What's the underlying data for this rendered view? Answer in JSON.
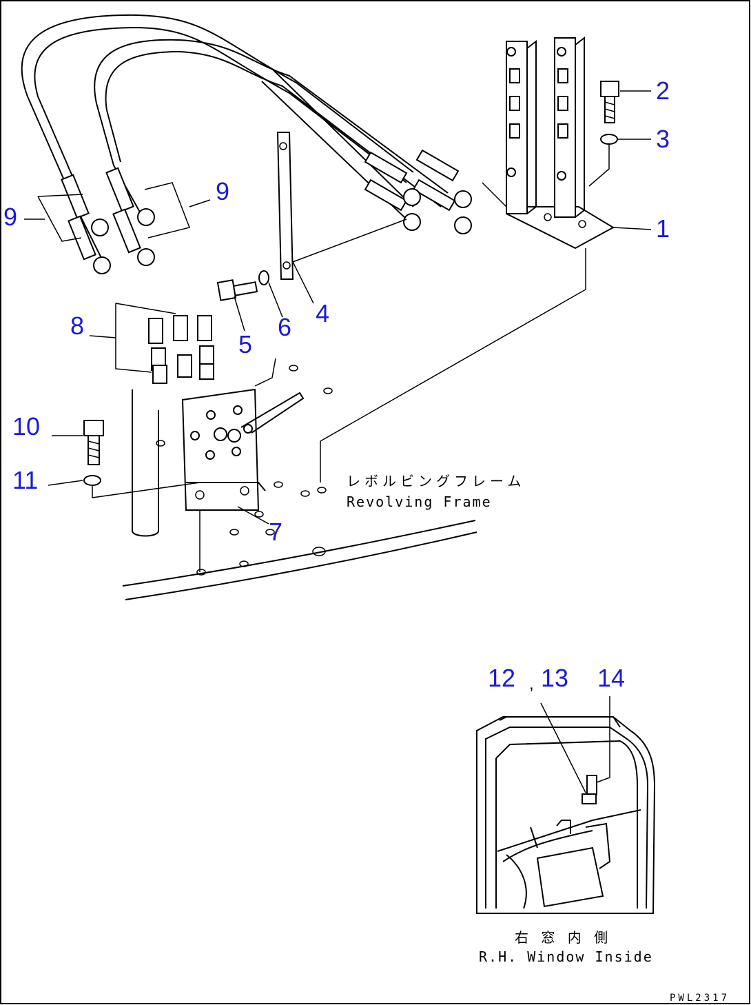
{
  "callouts": [
    "1",
    "2",
    "3",
    "4",
    "5",
    "6",
    "7",
    "8",
    "9",
    "9",
    "10",
    "11",
    "12",
    "13",
    "14"
  ],
  "callout_separator": ",",
  "labels": {
    "frame_jp": "レボルビングフレーム",
    "frame_en": "Revolving Frame",
    "window_jp": "右 窓 内 側",
    "window_en": "R.H. Window Inside"
  },
  "drawing_code": "PWL2317",
  "colors": {
    "callout": "#1a1ad6",
    "line": "#000000",
    "background": "#ffffff"
  }
}
